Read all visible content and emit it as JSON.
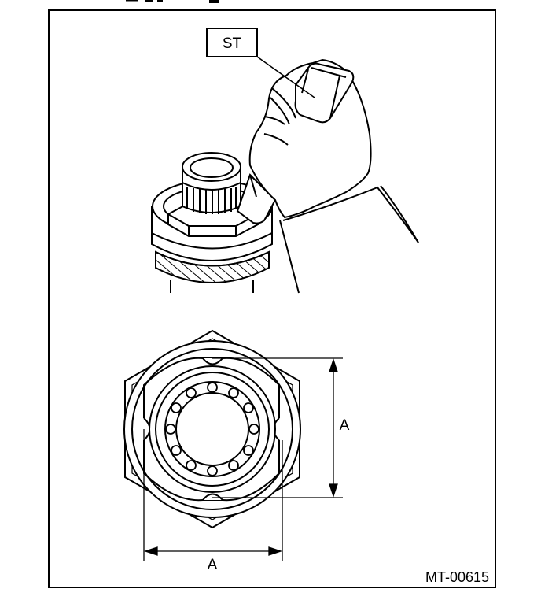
{
  "labels": {
    "tool": "ST",
    "dimension_vertical": "A",
    "dimension_horizontal": "A",
    "figure_id": "MT-00615"
  },
  "colors": {
    "line": "#000000",
    "background": "#ffffff"
  }
}
